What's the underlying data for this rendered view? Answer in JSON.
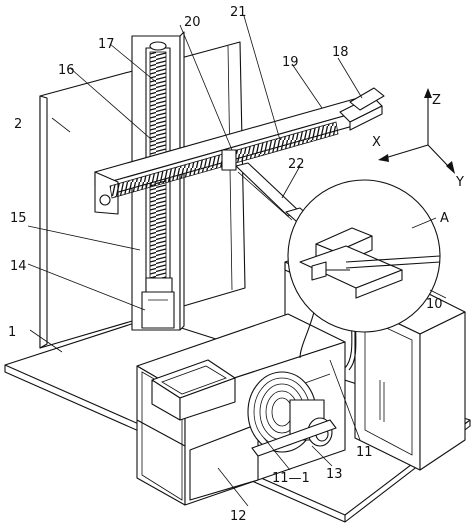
{
  "labels": [
    {
      "id": "part-1",
      "text": "1"
    },
    {
      "id": "part-2",
      "text": "2"
    },
    {
      "id": "part-10",
      "text": "10"
    },
    {
      "id": "part-11",
      "text": "11"
    },
    {
      "id": "part-11-1",
      "text": "11—1"
    },
    {
      "id": "part-12",
      "text": "12"
    },
    {
      "id": "part-13",
      "text": "13"
    },
    {
      "id": "part-14",
      "text": "14"
    },
    {
      "id": "part-15",
      "text": "15"
    },
    {
      "id": "part-16",
      "text": "16"
    },
    {
      "id": "part-17",
      "text": "17"
    },
    {
      "id": "part-18",
      "text": "18"
    },
    {
      "id": "part-19",
      "text": "19"
    },
    {
      "id": "part-20",
      "text": "20"
    },
    {
      "id": "part-21",
      "text": "21"
    },
    {
      "id": "part-22",
      "text": "22"
    },
    {
      "id": "detail-a",
      "text": "A"
    }
  ],
  "axes": {
    "x": "X",
    "y": "Y",
    "z": "Z"
  }
}
